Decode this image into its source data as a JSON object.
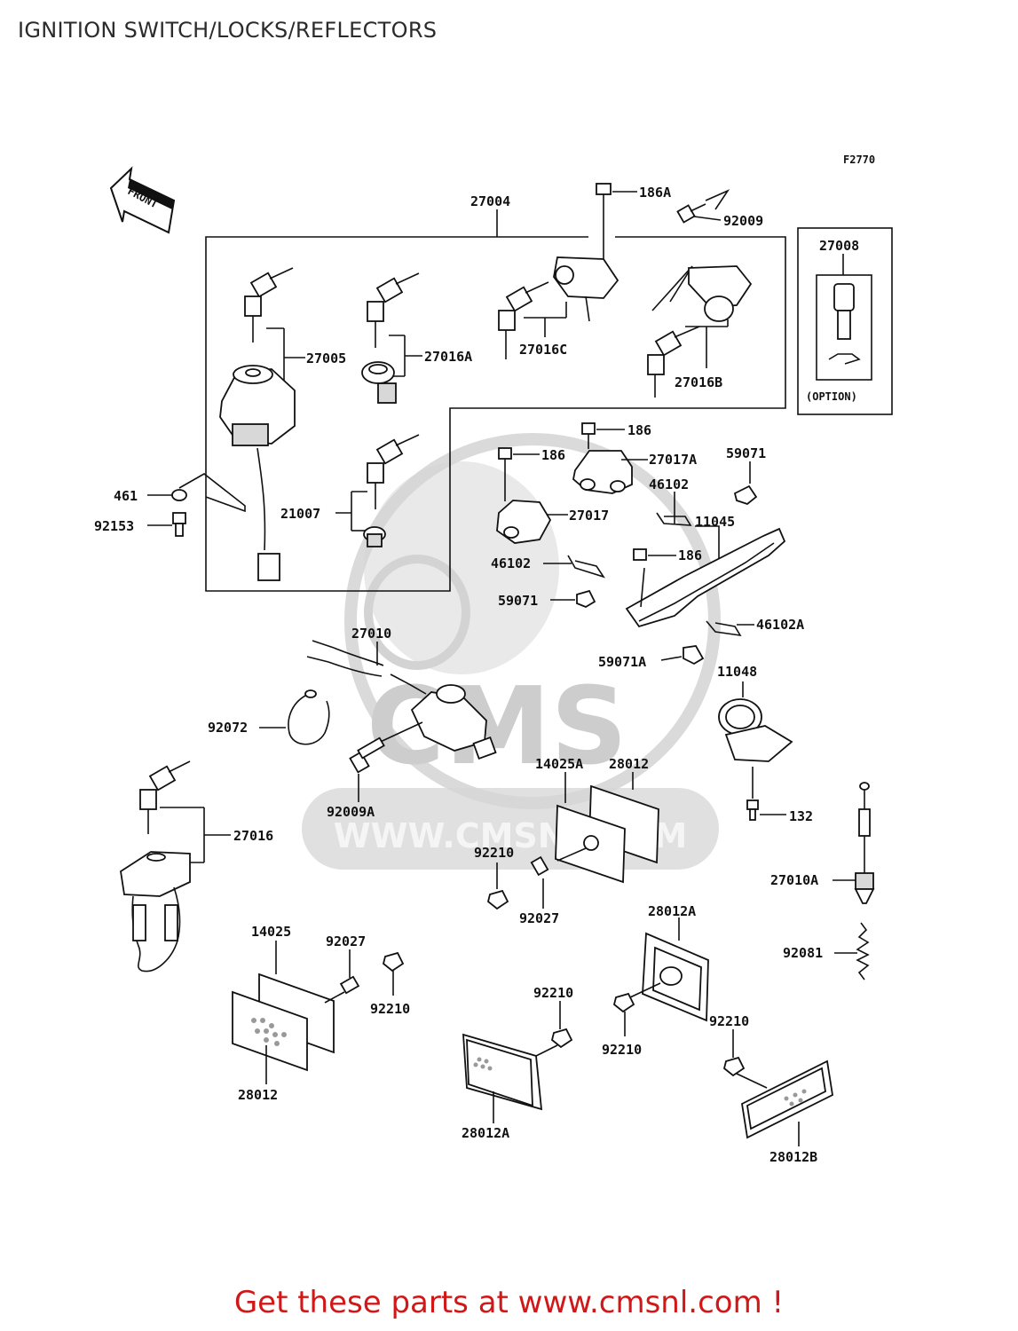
{
  "title": "IGNITION SWITCH/LOCKS/REFLECTORS",
  "figure_code": "F2770",
  "front_marker": "FRONT",
  "option_note": "(OPTION)",
  "watermark": {
    "logo_text": "CMS",
    "url_text": "WWW.CMSNL.COM"
  },
  "footer": "Get these parts at www.cmsnl.com !",
  "part_labels": {
    "p27004": "27004",
    "p186A": "186A",
    "p92009": "92009",
    "p27008": "27008",
    "p27005": "27005",
    "p27016A": "27016A",
    "p27016C": "27016C",
    "p27016B": "27016B",
    "p186_1": "186",
    "p186_2": "186",
    "p27017A": "27017A",
    "p59071_1": "59071",
    "p46102_1": "46102",
    "p11045": "11045",
    "p461": "461",
    "p92153": "92153",
    "p21007": "21007",
    "p27017": "27017",
    "p46102_2": "46102",
    "p186_3": "186",
    "p59071_2": "59071",
    "p46102A": "46102A",
    "p27010": "27010",
    "p59071A": "59071A",
    "p11048": "11048",
    "p92072": "92072",
    "p14025A": "14025A",
    "p28012_1": "28012",
    "p92009A": "92009A",
    "p132": "132",
    "p27016": "27016",
    "p92210_1": "92210",
    "p27010A": "27010A",
    "p92027_1": "92027",
    "p28012A_1": "28012A",
    "p14025": "14025",
    "p92027_2": "92027",
    "p92081": "92081",
    "p92210_2": "92210",
    "p92210_3": "92210",
    "p92210_4": "92210",
    "p92210_5": "92210",
    "p28012_2": "28012",
    "p28012A_2": "28012A",
    "p28012B": "28012B"
  }
}
